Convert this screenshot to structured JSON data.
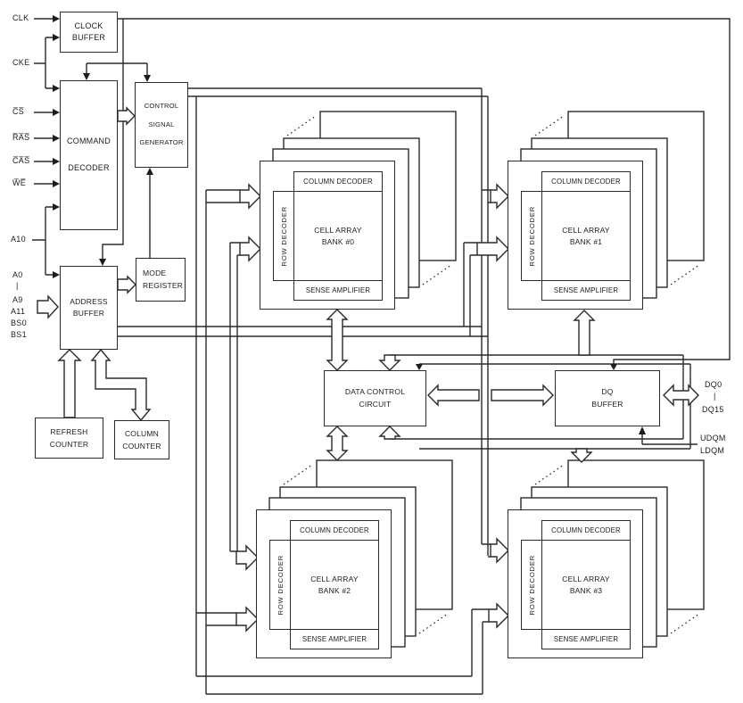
{
  "diagram": {
    "left_pins": [
      {
        "label": "CLK"
      },
      {
        "label": "CKE"
      },
      {
        "label": "C̅S̅"
      },
      {
        "label": "R̅A̅S̅"
      },
      {
        "label": "C̅A̅S̅"
      },
      {
        "label": "W̅E̅"
      },
      {
        "label": "A10"
      },
      {
        "label": "A0"
      },
      {
        "label": "A9"
      },
      {
        "label": "A11"
      },
      {
        "label": "BS0"
      },
      {
        "label": "BS1"
      }
    ],
    "a_range_bar": "|",
    "right_pins": {
      "dq0": "DQ0",
      "dq_range_bar": "|",
      "dq15": "DQ15",
      "udqm": "UDQM",
      "ldqm": "LDQM"
    },
    "blocks": {
      "clock_buffer": "CLOCK\nBUFFER",
      "command_decoder": "COMMAND\nDECODER",
      "control_signal_generator": "CONTROL\nSIGNAL\nGENERATOR",
      "mode_register": "MODE\nREGISTER",
      "address_buffer": "ADDRESS\nBUFFER",
      "refresh_counter": "REFRESH\nCOUNTER",
      "column_counter": "COLUMN\nCOUNTER",
      "data_control_circuit": "DATA CONTROL\nCIRCUIT",
      "dq_buffer": "DQ\nBUFFER"
    },
    "banks": [
      {
        "column_decoder": "COLUMN DECODER",
        "row_decoder": "ROW DECODER",
        "cell": "CELL ARRAY\nBANK #0",
        "sense": "SENSE AMPLIFIER"
      },
      {
        "column_decoder": "COLUMN DECODER",
        "row_decoder": "ROW DECODER",
        "cell": "CELL ARRAY\nBANK #1",
        "sense": "SENSE AMPLIFIER"
      },
      {
        "column_decoder": "COLUMN DECODER",
        "row_decoder": "ROW DECODER",
        "cell": "CELL ARRAY\nBANK #2",
        "sense": "SENSE AMPLIFIER"
      },
      {
        "column_decoder": "COLUMN DECODER",
        "row_decoder": "ROW DECODER",
        "cell": "CELL ARRAY\nBANK #3",
        "sense": "SENSE AMPLIFIER"
      }
    ]
  }
}
